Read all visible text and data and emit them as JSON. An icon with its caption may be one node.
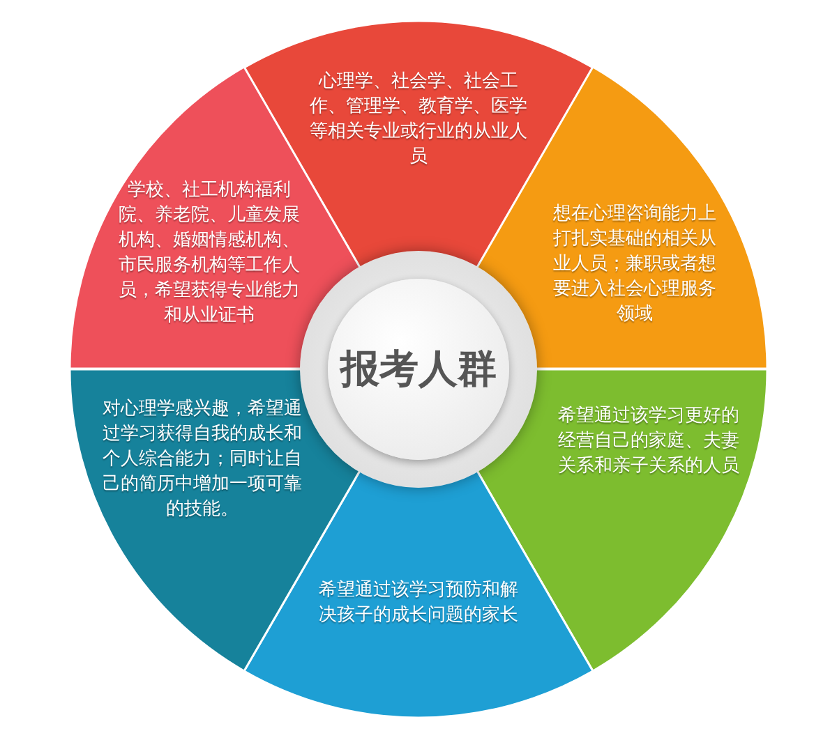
{
  "diagram": {
    "nodes": [
      {
        "text": [
          "报考人群"
        ]
      },
      {
        "text": [
          "心理学、社会学、社会工作、管理学、教育学、医学等相关专业或行业的从业人员"
        ]
      },
      {
        "text": [
          "想在心理咨询能力上打扎实基础的相关从业人员；兼职或者想要进入社会心理服务领域"
        ]
      },
      {
        "text": [
          "希望通过该学习更好的经营自己的家庭、夫妻关系和亲子关系的人员"
        ]
      },
      {
        "text": [
          "希望通过该学习预防和解决孩子的成长问题的家长"
        ]
      },
      {
        "text": [
          "对心理学感兴趣，希望通过学习获得自我的成长和个人综合能力；同时让自己的简历中增加一项可靠的技能。"
        ]
      },
      {
        "text": [
          "学校、社工机构福利院、养老院、儿童发展机构、婚姻情感机构、市民服务机构等工作人员，希望获得专业能力和从业证书"
        ]
      }
    ]
  }
}
